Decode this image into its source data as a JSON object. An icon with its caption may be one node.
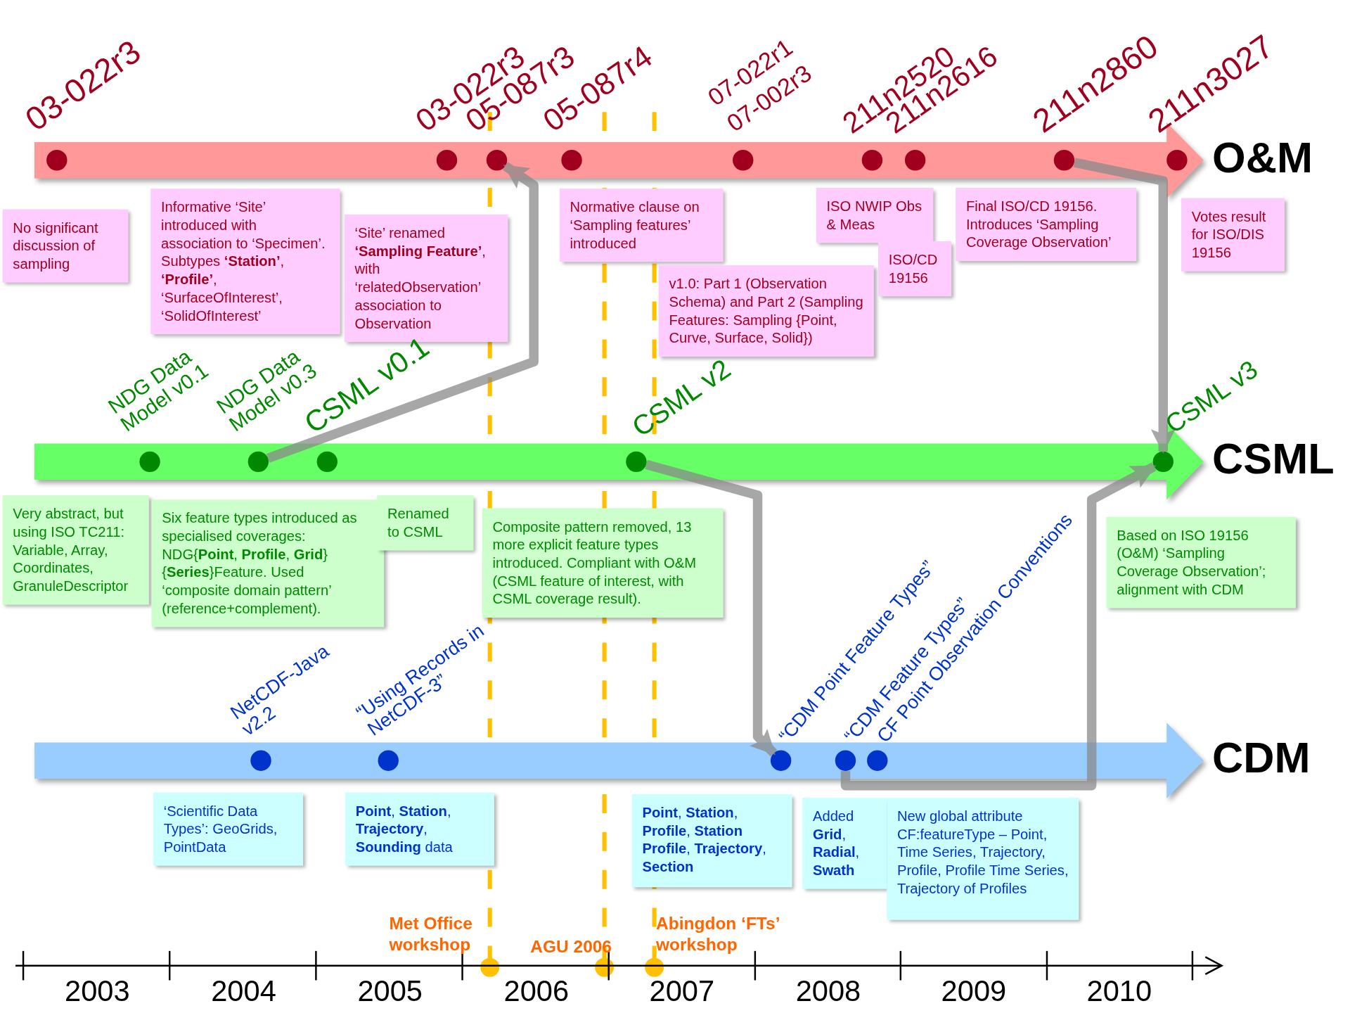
{
  "diagram": {
    "nodes": [
      {
        "text": [
          "O&M"
        ]
      },
      {
        "text": [],
        "shape": "circle",
        "in": 0
      },
      {
        "text": [],
        "shape": "circle",
        "in": 0
      },
      {
        "text": [],
        "shape": "circle",
        "in": 0
      },
      {
        "text": [],
        "shape": "circle",
        "in": 0
      },
      {
        "text": [],
        "shape": "circle",
        "in": 0
      },
      {
        "text": [],
        "shape": "circle",
        "in": 0
      },
      {
        "text": [],
        "shape": "circle",
        "in": 0
      },
      {
        "text": [],
        "shape": "circle",
        "in": 0
      },
      {
        "text": [],
        "shape": "circle",
        "in": 0
      },
      {
        "text": [
          "No significant discussion of sampling"
        ]
      },
      {
        "text": [
          "Informative ‘Site’ introduced with association to ‘Specimen’. Subtypes **‘Station’**, **‘Profile’**, ‘SurfaceOfInterest’, ‘SolidOfInterest’"
        ]
      },
      {
        "text": [
          "‘Site’ renamed **‘Sampling Feature’**, with ‘relatedObservation’ association to Observation"
        ]
      },
      {
        "text": [
          "Normative clause on ‘Sampling features’ introduced"
        ]
      },
      {
        "text": [
          "v1.0: Part 1 (Observation Schema) and Part 2 (Sampling Features: Sampling {Point, Curve, Surface, Solid})"
        ]
      },
      {
        "text": [
          "ISO NWIP Obs & Meas"
        ]
      },
      {
        "text": [
          "ISO/CD 19156"
        ]
      },
      {
        "text": [
          "Final ISO/CD 19156. Introduces ‘Sampling Coverage Observation’"
        ]
      },
      {
        "text": [
          "Votes result for ISO/DIS 19156"
        ]
      },
      {
        "text": [
          "CSML"
        ]
      },
      {
        "text": [],
        "shape": "circle",
        "in": 19
      },
      {
        "text": [],
        "shape": "circle",
        "in": 19
      },
      {
        "text": [],
        "shape": "circle",
        "in": 19
      },
      {
        "text": [],
        "shape": "circle",
        "in": 19
      },
      {
        "text": [],
        "shape": "circle",
        "in": 19
      },
      {
        "text": [
          "Very abstract, but using ISO TC211: Variable, Array, Coordinates, GranuleDescriptor"
        ]
      },
      {
        "text": [
          "Six feature types introduced as specialised coverages: NDG{**Point**, **Profile**, **Grid**}{**Series**}Feature. Used ‘composite domain pattern’ (reference+complement)."
        ]
      },
      {
        "text": [
          "Renamed to CSML"
        ]
      },
      {
        "text": [
          "Composite pattern removed, 13 more explicit feature types introduced. Compliant with O&M (CSML feature of interest, with CSML coverage result)."
        ]
      },
      {
        "text": [
          "Based on ISO 19156 (O&M) ‘Sampling Coverage Observation’; alignment with CDM"
        ]
      },
      {
        "text": [
          "CDM"
        ]
      },
      {
        "text": [],
        "shape": "circle",
        "in": 30
      },
      {
        "text": [],
        "shape": "circle",
        "in": 30
      },
      {
        "text": [],
        "shape": "circle",
        "in": 30
      },
      {
        "text": [],
        "shape": "circle",
        "in": 30
      },
      {
        "text": [],
        "shape": "circle",
        "in": 30
      },
      {
        "text": [
          "‘Scientific Data Types’: GeoGrids, PointData"
        ]
      },
      {
        "text": [
          "**Point**, **Station**, **Trajectory**, **Sounding** data"
        ]
      },
      {
        "text": [
          "**Point**, **Station**, **Profile**, **Station Profile**, **Trajectory**, **Section**"
        ]
      },
      {
        "text": [
          "Added **Grid**, **Radial**, **Swath**"
        ]
      },
      {
        "text": [
          "New global attribute CF:featureType – Point, Time Series, Trajectory, Profile, Profile Time Series, Trajectory of Profiles"
        ]
      }
    ],
    "edges": [
      {
        "from": 21,
        "to": 3,
        "arrow": "to"
      },
      {
        "from": 23,
        "to": 33,
        "arrow": "to"
      },
      {
        "from": 34,
        "to": 24,
        "arrow": "to"
      },
      {
        "from": 8,
        "to": 24,
        "arrow": "to"
      }
    ],
    "labels": [
      "03-022r3",
      "03-022r3",
      "05-087r3",
      "05-087r4",
      "07-022r1",
      "07-002r3",
      "211n2520",
      "211n2616",
      "211n2860",
      "211n3027",
      "NDG Data Model v0.1",
      "NDG Data Model v0.3",
      "CSML v0.1",
      "CSML v2",
      "CSML v3",
      "NetCDF-Java v2.2",
      "“Using Records in NetCDF-3”",
      "“CDM Point Feature Types”",
      "“CDM Feature Types”",
      "CF Point Observation Conventions",
      "Met Office workshop",
      "AGU 2006",
      "Abingdon ‘FTs’ workshop",
      "2003",
      "2004",
      "2005",
      "2006",
      "2007",
      "2008",
      "2009",
      "2010"
    ]
  }
}
